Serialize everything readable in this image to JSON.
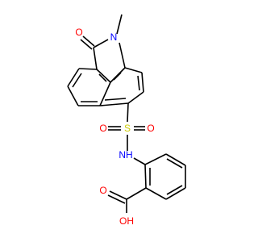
{
  "molecule": {
    "atoms": {
      "o_ketone": {
        "text": "O",
        "color": "#ff0000"
      },
      "n_lactam": {
        "text": "N",
        "color": "#0000ff"
      },
      "s_sulfonyl": {
        "text": "S",
        "color": "#cccc00"
      },
      "o_sulfonyl_left": {
        "text": "O",
        "color": "#ff0000"
      },
      "o_sulfonyl_right": {
        "text": "O",
        "color": "#ff0000"
      },
      "nh_sulfonamide": {
        "text": "NH",
        "color": "#0000ff"
      },
      "o_carbonyl_acid": {
        "text": "O",
        "color": "#ff0000"
      },
      "oh_acid": {
        "text": "OH",
        "color": "#ff0000"
      }
    },
    "bond_color": "#000000"
  }
}
